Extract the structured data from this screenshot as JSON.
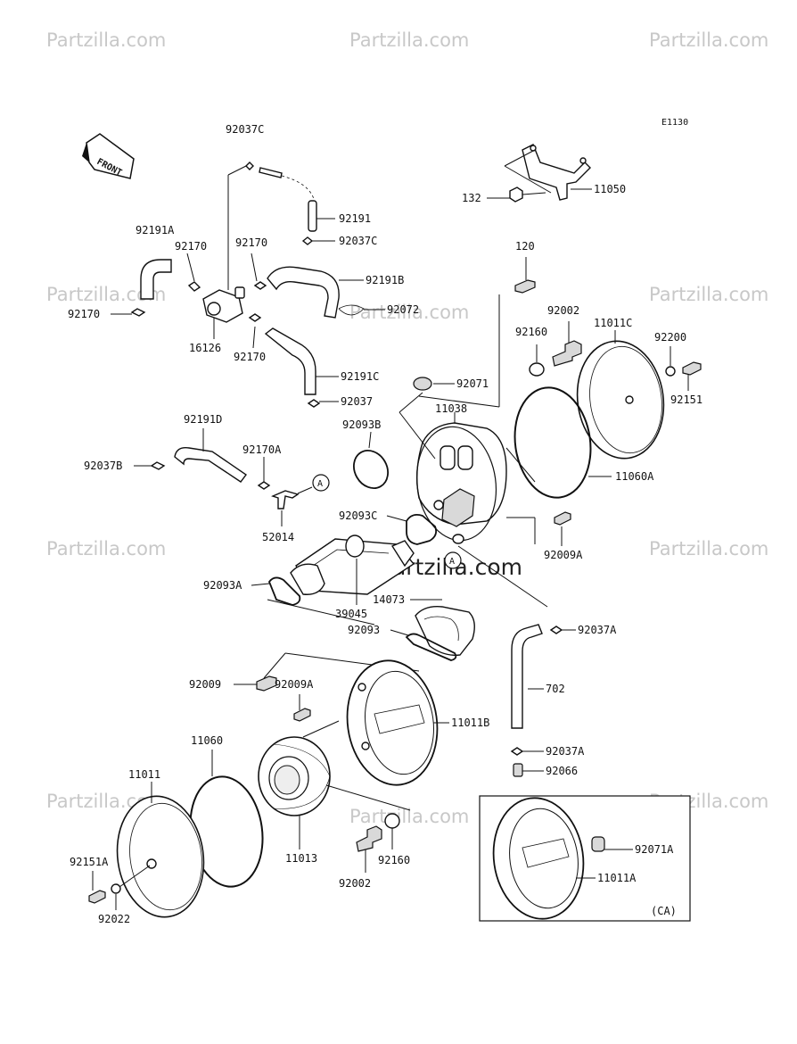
{
  "diagram_code": "E1130",
  "front_label": "FRONT",
  "watermark": "Partzilla.com",
  "watermark_center": "Partzilla.com",
  "variant_box_label": "(CA)",
  "ref_circle_label": "A",
  "parts": {
    "p92037C_top": "92037C",
    "p92191": "92191",
    "p92037C_mid": "92037C",
    "p92191A": "92191A",
    "p92170_a": "92170",
    "p92170_b": "92170",
    "p92170_left": "92170",
    "p92191B": "92191B",
    "p92072": "92072",
    "p16126": "16126",
    "p92170_c": "92170",
    "p92191C": "92191C",
    "p92037": "92037",
    "p92191D": "92191D",
    "p92170A": "92170A",
    "p92037B": "92037B",
    "p52014": "52014",
    "p132": "132",
    "p11050": "11050",
    "p120": "120",
    "p92002_top": "92002",
    "p11011C": "11011C",
    "p92200": "92200",
    "p92160_top": "92160",
    "p92151": "92151",
    "p92071": "92071",
    "p11038": "11038",
    "p92093B": "92093B",
    "p11060A": "11060A",
    "p92093C": "92093C",
    "p92009A_right": "92009A",
    "p92093A": "92093A",
    "p39045": "39045",
    "p14073": "14073",
    "p92093": "92093",
    "p92037A_top": "92037A",
    "p702": "702",
    "p92009": "92009",
    "p92009A_left": "92009A",
    "p11011B": "11011B",
    "p92037A_bot": "92037A",
    "p92066": "92066",
    "p11060": "11060",
    "p11011": "11011",
    "p11013": "11013",
    "p92002_bot": "92002",
    "p92160_bot": "92160",
    "p92151A": "92151A",
    "p92022": "92022",
    "p92071A": "92071A",
    "p11011A": "11011A"
  }
}
